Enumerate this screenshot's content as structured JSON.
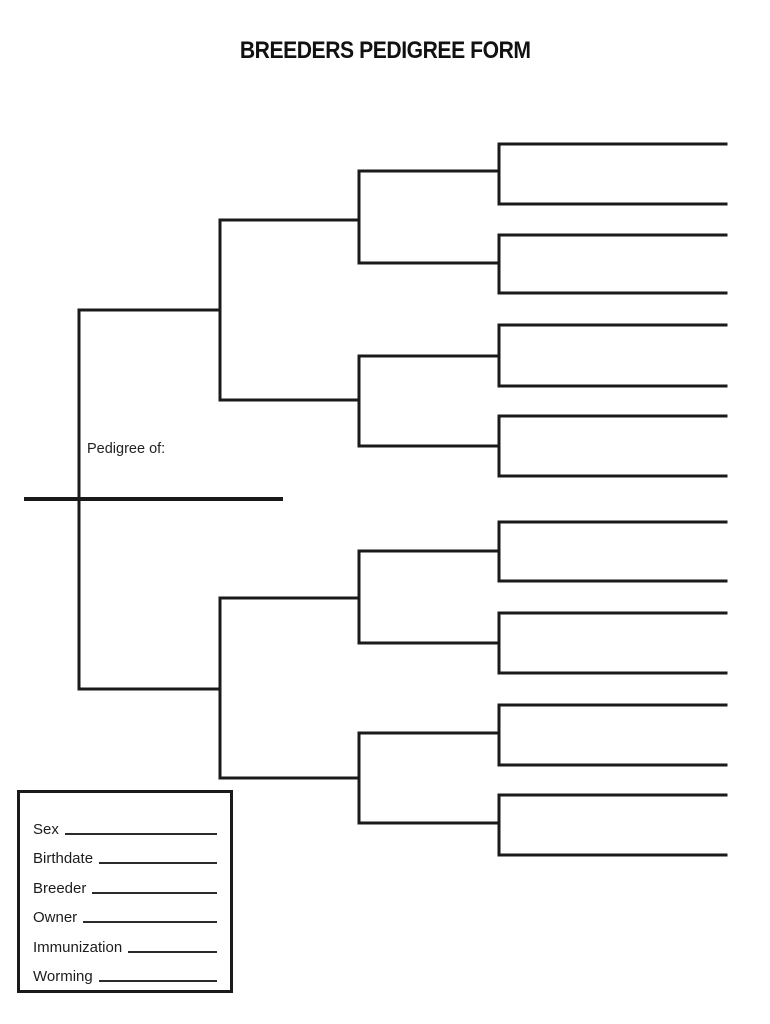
{
  "title": "BREEDERS PEDIGREE FORM",
  "tree": {
    "subject_label": "Pedigree of:",
    "generation_line_counts": [
      1,
      2,
      4,
      8,
      16
    ]
  },
  "info_box": {
    "fields": [
      {
        "label": "Sex"
      },
      {
        "label": "Birthdate"
      },
      {
        "label": "Breeder"
      },
      {
        "label": "Owner"
      },
      {
        "label": "Immunization"
      },
      {
        "label": "Worming"
      }
    ]
  },
  "colors": {
    "ink": "#1a1a1a",
    "background": "#ffffff"
  }
}
